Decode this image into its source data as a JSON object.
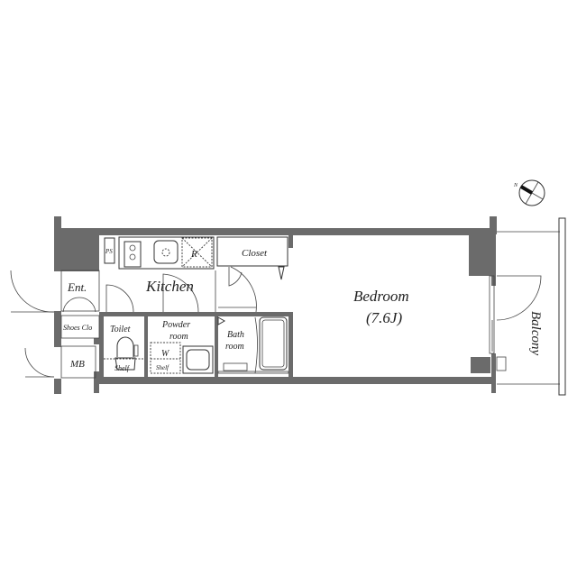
{
  "floorplan": {
    "rooms": {
      "entrance": "Ent.",
      "shoes_closet": "Shoes Clo",
      "meter_box": "MB",
      "pipe_space": "PS",
      "kitchen": "Kitchen",
      "refrigerator": "R",
      "closet": "Closet",
      "toilet": "Toilet",
      "toilet_shelf": "Shelf",
      "powder_room_line1": "Powder",
      "powder_room_line2": "room",
      "washer": "W",
      "washer_shelf": "Shelf",
      "bath_line1": "Bath",
      "bath_line2": "room",
      "bedroom": "Bedroom",
      "bedroom_size": "(7.6J)",
      "balcony": "Balcony"
    },
    "compass": {
      "label": "N"
    },
    "colors": {
      "wall": "#6b6b6b",
      "line": "#333333",
      "background": "#ffffff"
    }
  }
}
